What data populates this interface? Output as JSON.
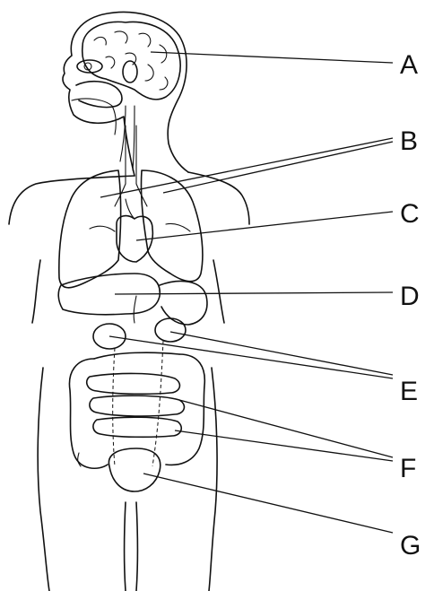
{
  "diagram": {
    "labels": [
      {
        "id": "A",
        "text": "A"
      },
      {
        "id": "B",
        "text": "B"
      },
      {
        "id": "C",
        "text": "C"
      },
      {
        "id": "D",
        "text": "D"
      },
      {
        "id": "E",
        "text": "E"
      },
      {
        "id": "F",
        "text": "F"
      },
      {
        "id": "G",
        "text": "G"
      }
    ]
  }
}
